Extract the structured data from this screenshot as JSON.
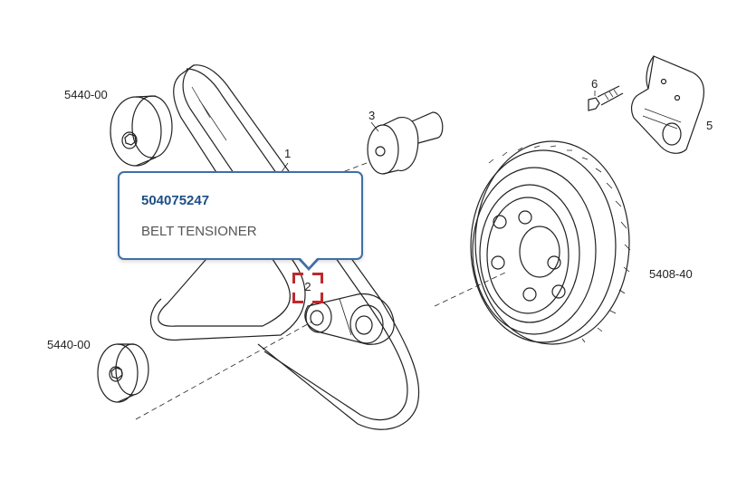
{
  "tooltip": {
    "part_number": "504075247",
    "description": "BELT TENSIONER"
  },
  "callouts": {
    "pulley_top": "5440-00",
    "pulley_bottom": "5440-00",
    "belt": "1",
    "tensioner": "2",
    "idler": "3",
    "bracket": "5",
    "bolt": "6",
    "crank_pulley": "5408-40"
  },
  "colors": {
    "tooltip_border": "#3f6fa5",
    "part_number": "#1d4f87",
    "hotspot": "#c0282d"
  }
}
